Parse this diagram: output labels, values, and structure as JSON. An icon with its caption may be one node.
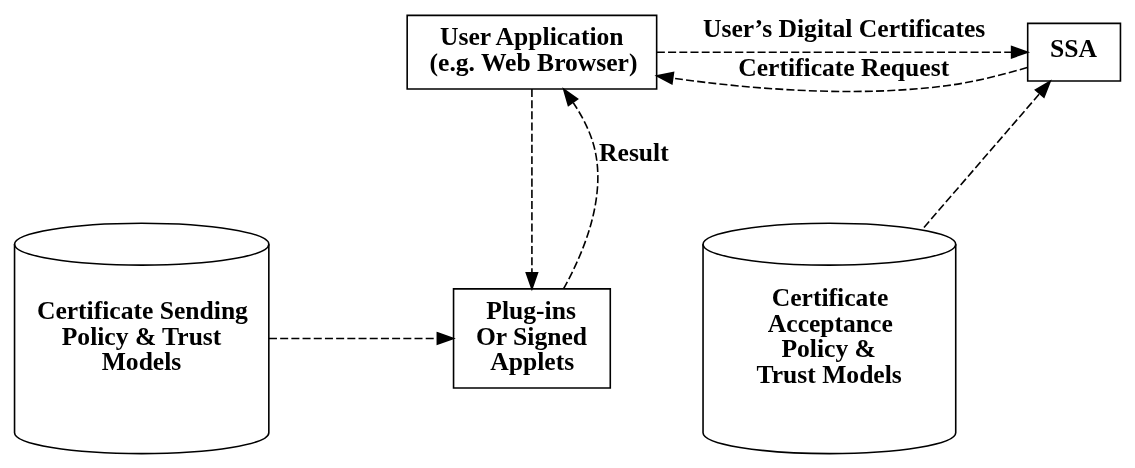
{
  "diagram": {
    "nodes": [
      {
        "text": [
          "User Application (e.g. Web Browser)"
        ]
      },
      {
        "text": [
          "SSA"
        ]
      },
      {
        "text": [
          "Certificate Sending Policy & Trust Models"
        ]
      },
      {
        "text": [
          "Plug-ins Or Signed Applets"
        ]
      },
      {
        "text": [
          "Certificate Acceptance Policy & Trust Models"
        ]
      }
    ],
    "edges": [
      {
        "from": 0,
        "to": 1,
        "arrow": "to",
        "style": "dashed",
        "label": "User’s Digital Certificates"
      },
      {
        "from": 1,
        "to": 0,
        "arrow": "to",
        "style": "dashed",
        "label": "Certificate Request"
      },
      {
        "from": 3,
        "to": 0,
        "arrow": "to",
        "style": "dashed",
        "label": "Result"
      },
      {
        "from": 0,
        "to": 3,
        "arrow": "to",
        "style": "dashed"
      },
      {
        "from": 2,
        "to": 3,
        "arrow": "to",
        "style": "dashed"
      },
      {
        "from": 4,
        "to": 1,
        "arrow": "to",
        "style": "dashed"
      }
    ]
  }
}
